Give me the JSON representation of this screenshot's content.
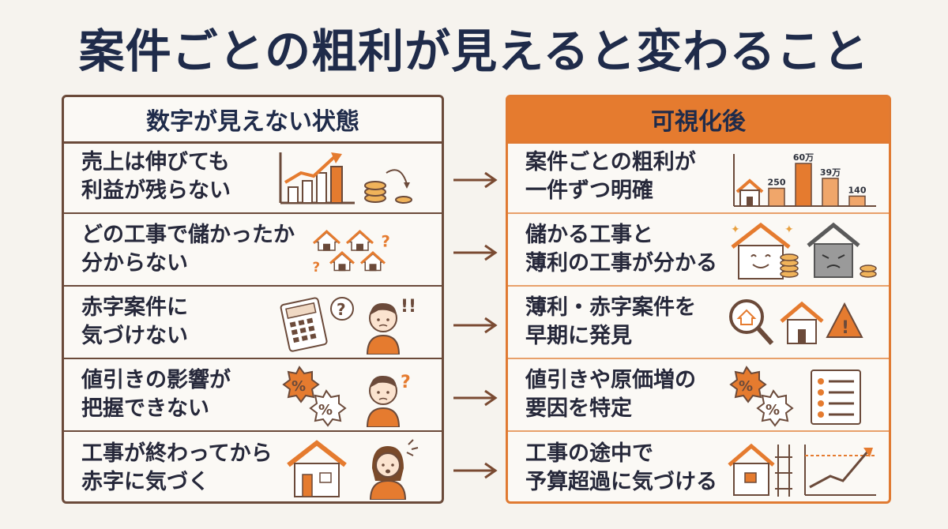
{
  "title": "案件ごとの粗利が見えると変わること",
  "left": {
    "header": "数字が見えない状態",
    "rows": [
      {
        "line1": "売上は伸びても",
        "line2": "利益が残らない"
      },
      {
        "line1": "どの工事で儲かったか",
        "line2": "分からない"
      },
      {
        "line1": "赤字案件に",
        "line2": "気づけない"
      },
      {
        "line1": "値引きの影響が",
        "line2": "把握できない"
      },
      {
        "line1": "工事が終わってから",
        "line2": "赤字に気づく"
      }
    ]
  },
  "right": {
    "header": "可視化後",
    "rows": [
      {
        "line1": "案件ごとの粗利が",
        "line2": "一件ずつ明確"
      },
      {
        "line1": "儲かる工事と",
        "line2": "薄利の工事が分かる"
      },
      {
        "line1": "薄利・赤字案件を",
        "line2": "早期に発見"
      },
      {
        "line1": "値引きや原価増の",
        "line2": "要因を特定"
      },
      {
        "line1": "工事の途中で",
        "line2": "予算超過に気づける"
      }
    ]
  },
  "mini_chart": {
    "bars": [
      {
        "value": 0,
        "label": ""
      },
      {
        "value": 250,
        "label": "250"
      },
      {
        "value": 600,
        "label": "60万"
      },
      {
        "value": 390,
        "label": "39万"
      },
      {
        "value": 140,
        "label": "140"
      }
    ]
  },
  "symbols": {
    "question": "?",
    "exclaim": "!!",
    "percent": "%",
    "warning": "!"
  },
  "colors": {
    "accent": "#e57b2f",
    "border": "#6b4a3a",
    "navy": "#1f2b4a",
    "bar": "#f0a66a"
  }
}
